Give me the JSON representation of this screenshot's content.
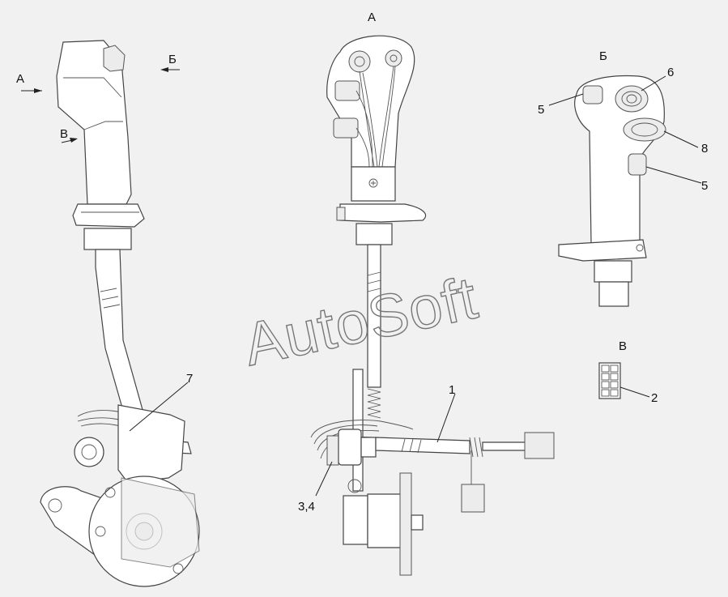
{
  "view_labels": {
    "left_a": "А",
    "left_b": "Б",
    "left_v": "В",
    "center_a": "А",
    "right_b": "Б",
    "right_v": "В"
  },
  "callouts": {
    "c1": "1",
    "c2": "2",
    "c34": "3,4",
    "c5a": "5",
    "c5b": "5",
    "c6": "6",
    "c7": "7",
    "c8": "8"
  },
  "watermark": "AutoSoft"
}
